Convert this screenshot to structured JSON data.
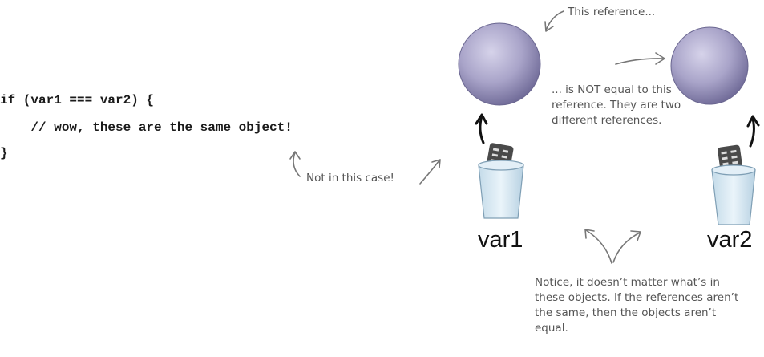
{
  "code": {
    "line1": "if (var1 === var2) {",
    "line2": "    // wow, these are the same object!",
    "line3": "}"
  },
  "annotations": {
    "this_reference": "This reference...",
    "not_equal": "... is NOT equal to this reference. They are two different references.",
    "not_in_this_case": "Not in this case!",
    "notice": "Notice, it doesn’t matter what’s in these objects. If the references aren’t the same, then the objects aren’t equal."
  },
  "variables": {
    "left": "var1",
    "right": "var2"
  },
  "colors": {
    "object_sphere": "#9c97bf",
    "cup": "#d6e7f2",
    "remote": "#4a4a4a",
    "annotation_text": "#555555",
    "code_text": "#1a1a1a"
  },
  "icons": [
    "object-sphere-icon",
    "cup-icon",
    "remote-control-icon",
    "arrow-icon"
  ]
}
